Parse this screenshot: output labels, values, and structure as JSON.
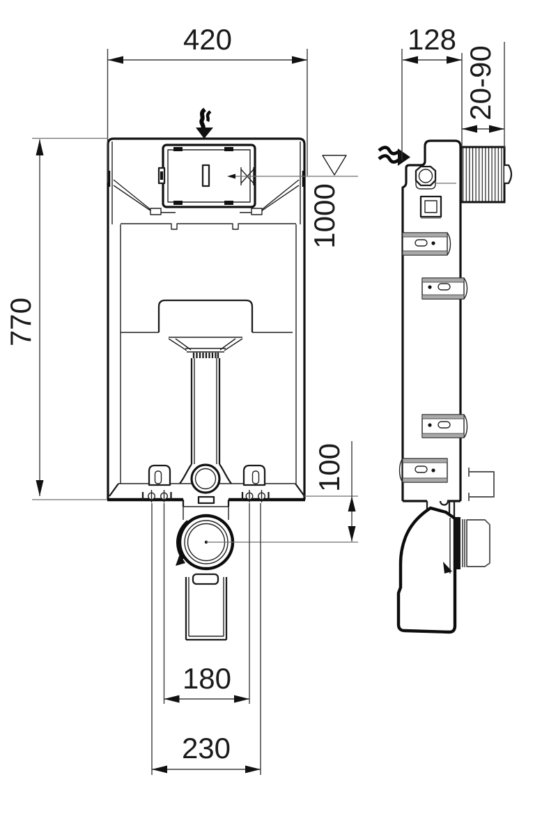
{
  "dimensions": {
    "front_width": "420",
    "front_height": "770",
    "actuator_height": "1000",
    "outlet_offset": "100",
    "fixing_spacing_inner": "180",
    "fixing_spacing_outer": "230",
    "side_depth": "128",
    "wall_adjustment_range": "20-90"
  },
  "icons": {
    "water_inlet_front": "squiggle-arrow-down-icon",
    "water_inlet_side": "squiggle-arrow-right-icon",
    "water_level": "inverted-triangle-level-icon"
  },
  "colors": {
    "line": "#1a1a1a",
    "thin_line": "#6e6e6e",
    "background": "#ffffff"
  }
}
